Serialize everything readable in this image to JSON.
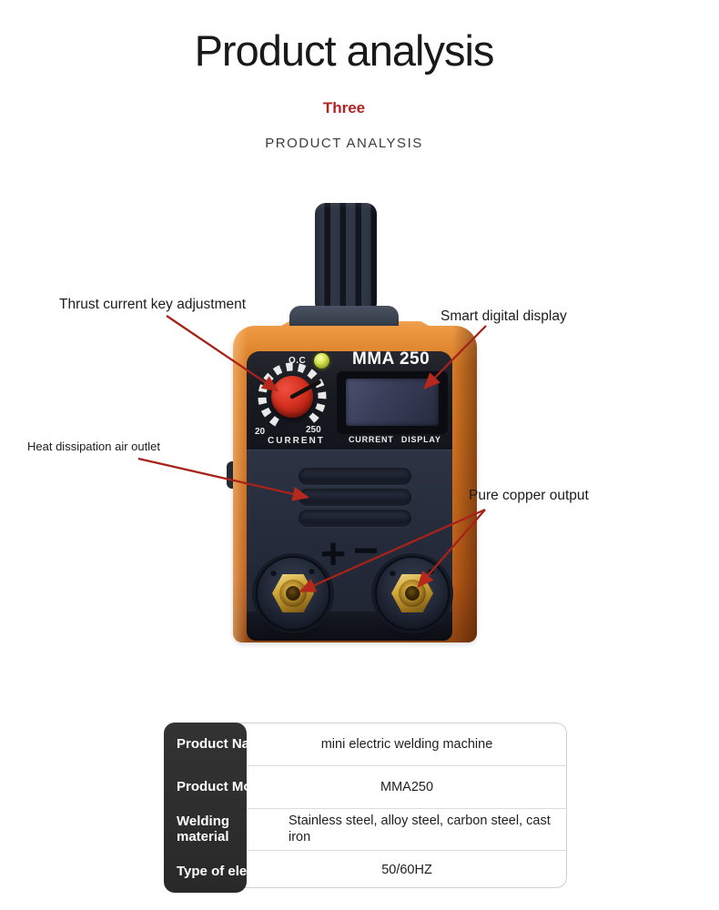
{
  "header": {
    "title": "Product analysis",
    "kicker": "Three",
    "subheading": "PRODUCT ANALYSIS"
  },
  "annotations": {
    "thrust": "Thrust current key adjustment",
    "smart": "Smart digital display",
    "heat": "Heat dissipation air outlet",
    "pure": "Pure copper output"
  },
  "machine": {
    "oc_indicator": "O.C",
    "model": "MMA 250",
    "knob": {
      "min": "20",
      "max": "250",
      "caption": "CURRENT"
    },
    "display_caption": "CURRENT DISPLAY",
    "polarity": {
      "plus": "+",
      "minus": "−"
    }
  },
  "colors": {
    "arrow_red": "#a7231a",
    "kicker_red": "#b22222",
    "body_orange": "#d5741f",
    "knob_red": "#d52f1f",
    "panel_dark": "#17191f",
    "panel_navy": "#262d3c",
    "brass": "#c9a240",
    "table_header_bg": "#2d2d2d"
  },
  "spec_table": {
    "rows": [
      {
        "label": "Product Na",
        "value": "mini electric welding machine"
      },
      {
        "label": "Product Mo",
        "value": "MMA250"
      },
      {
        "label": "Welding material",
        "value": "Stainless steel, alloy steel, carbon steel, cast iron"
      },
      {
        "label": "Type of ele",
        "value": "50/60HZ"
      }
    ]
  }
}
